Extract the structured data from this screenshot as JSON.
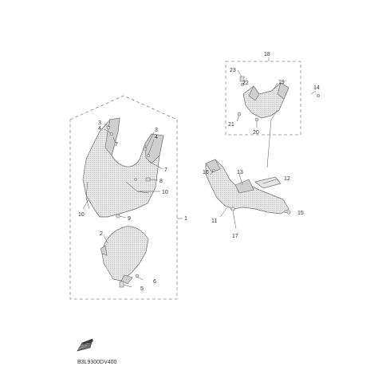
{
  "diagram_code": "B3L9300DV400",
  "callouts": {
    "c1": "1",
    "c2": "2",
    "c3a": "3",
    "c3b": "3",
    "c4a": "4",
    "c4b": "4",
    "c5": "5",
    "c6": "6",
    "c7a": "7",
    "c7b": "7",
    "c8": "8",
    "c9": "9",
    "c10a": "10",
    "c10b": "10",
    "c11": "11",
    "c12": "12",
    "c13": "13",
    "c14": "14",
    "c15": "15",
    "c16": "16",
    "c17": "17",
    "c18": "18",
    "c19": "19",
    "c20": "20",
    "c21": "21",
    "c22": "22",
    "c23": "23"
  },
  "icons": {
    "corner_icon": "book-arrow-icon"
  }
}
